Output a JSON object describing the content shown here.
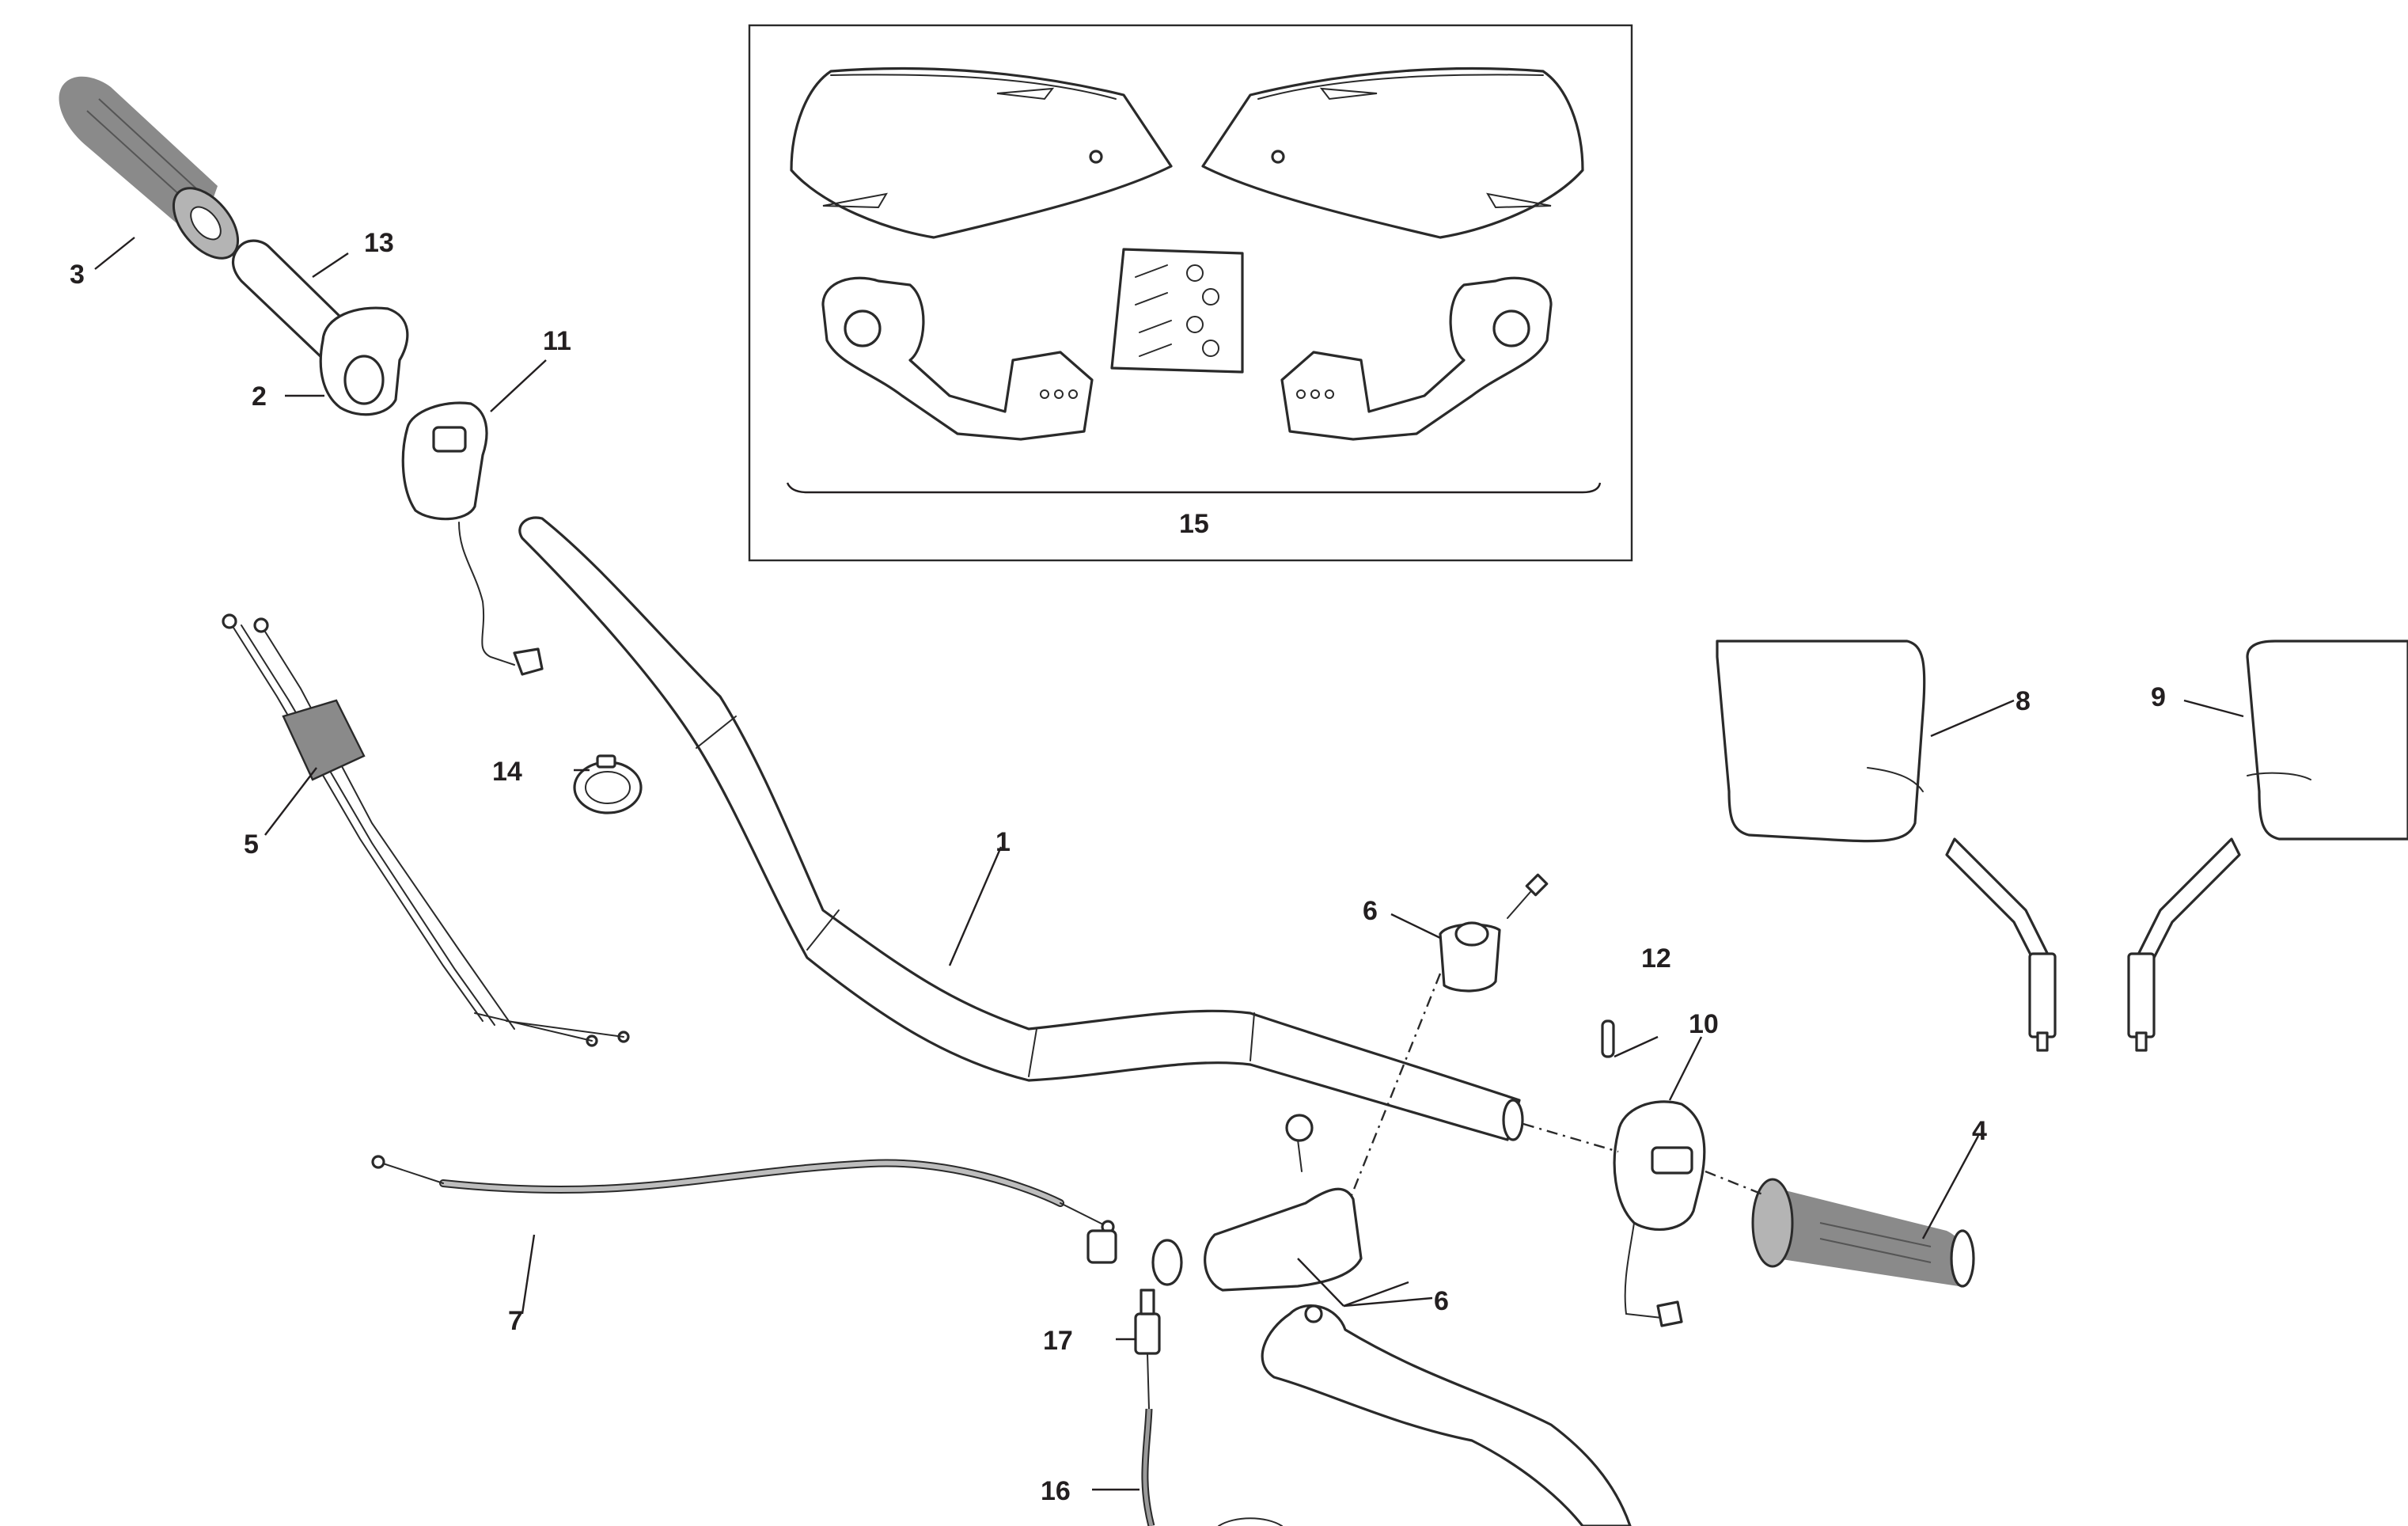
{
  "callouts": {
    "c1": "1",
    "c2": "2",
    "c3": "3",
    "c4": "4",
    "c5": "5",
    "c6a": "6",
    "c6b": "6",
    "c7": "7",
    "c8": "8",
    "c9": "9",
    "c10": "10",
    "c11": "11",
    "c12": "12",
    "c13": "13",
    "c14": "14",
    "c15": "15",
    "c16": "16",
    "c17": "17"
  },
  "parts": {
    "handlebar": "handlebar-1",
    "throttle-grip-housing": "part-2",
    "left-grip": "grip-3",
    "right-grip": "grip-4",
    "throttle-cables": "cables-5",
    "lever-clamp": "clamp-6",
    "clutch-cable": "cable-7",
    "left-mirror": "mirror-8",
    "right-mirror": "mirror-9",
    "right-switch": "switch-10",
    "left-switch": "switch-11",
    "pin": "pin-12",
    "throttle-tube": "tube-13",
    "cable-clip": "clip-14",
    "hand-guard-kit": "kit-15",
    "switch-wiring": "wire-16",
    "stop-switch": "switch-17"
  },
  "colors": {
    "line": "#2a2a2a",
    "rubber": "#8a8a8a",
    "label": "#231f20"
  }
}
